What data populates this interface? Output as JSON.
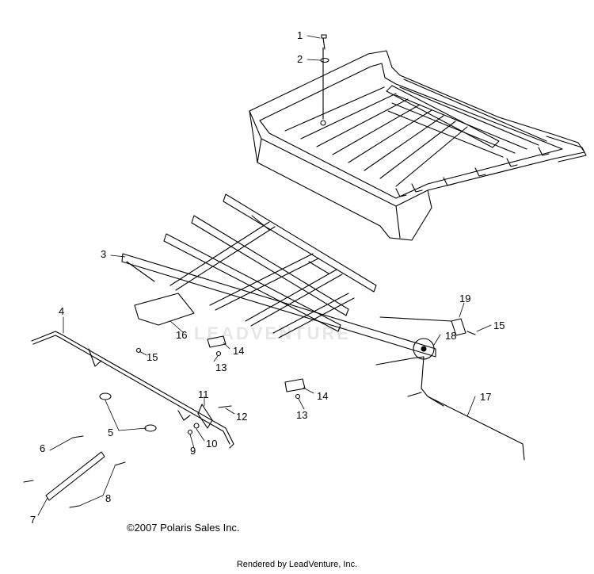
{
  "watermark": "LEADVENTURE",
  "copyright": "©2007 Polaris Sales Inc.",
  "rendered_by": "Rendered by LeadVenture, Inc.",
  "callouts": [
    "1",
    "2",
    "3",
    "4",
    "5",
    "6",
    "7",
    "8",
    "9",
    "10",
    "11",
    "12",
    "13",
    "13",
    "14",
    "14",
    "15",
    "15",
    "16",
    "17",
    "18",
    "19"
  ]
}
